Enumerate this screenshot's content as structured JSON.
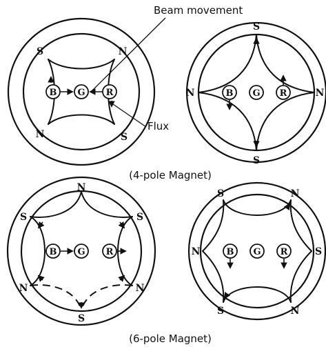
{
  "annotations": {
    "beam_movement": "Beam movement",
    "flux": "Flux"
  },
  "captions": {
    "four_pole": "(4-pole Magnet)",
    "six_pole": "(6-pole Magnet)"
  },
  "beams": {
    "blue": "B",
    "green": "G",
    "red": "R"
  },
  "diagrams": {
    "four_pole_a": {
      "poles": [
        "S",
        "N",
        "N",
        "S"
      ]
    },
    "four_pole_b": {
      "poles": [
        "S",
        "N",
        "N",
        "S"
      ]
    },
    "six_pole_a": {
      "poles": [
        "N",
        "S",
        "S",
        "N",
        "N",
        "S"
      ]
    },
    "six_pole_b": {
      "poles": [
        "S",
        "N",
        "N",
        "S",
        "S",
        "N"
      ]
    }
  },
  "colors": {
    "ink": "#111111",
    "background": "#ffffff"
  }
}
